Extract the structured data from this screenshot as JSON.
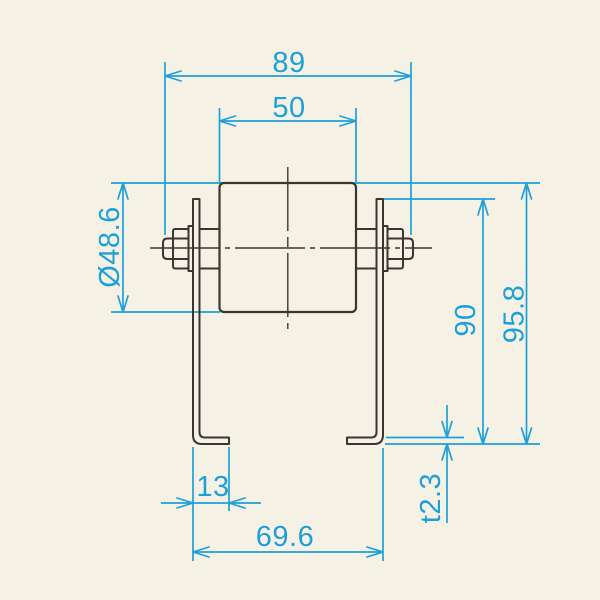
{
  "colors": {
    "background": "#f5f2e5",
    "dimension": "#1d9fd9",
    "part": "#3b3531"
  },
  "drawing": {
    "description": "dimensioned side view of a guide roller mounted in a bent sheet-metal bracket",
    "labels": {
      "overall_width": "89",
      "roller_width": "50",
      "roller_diameter": "Ø48.6",
      "bracket_height": "90",
      "overall_height": "95.8",
      "foot_length": "13",
      "plate_thickness": "t2.3",
      "feet_outer_width": "69.6"
    }
  }
}
